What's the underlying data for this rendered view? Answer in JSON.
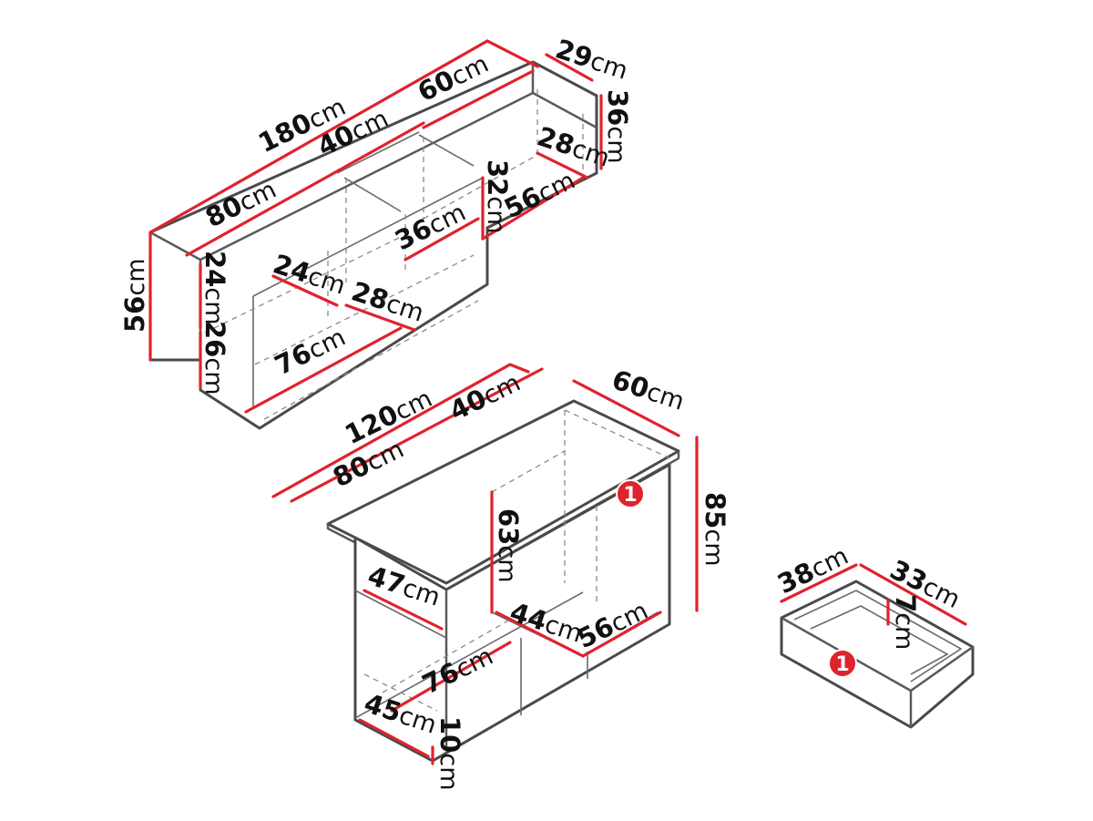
{
  "wall_cabinet": {
    "labels": [
      {
        "id": "total_width",
        "num": "180",
        "unit": "cm"
      },
      {
        "id": "upper_width",
        "num": "60",
        "unit": "cm"
      },
      {
        "id": "middle_width",
        "num": "40",
        "unit": "cm"
      },
      {
        "id": "lower_width",
        "num": "80",
        "unit": "cm"
      },
      {
        "id": "depth",
        "num": "29",
        "unit": "cm"
      },
      {
        "id": "upper_height",
        "num": "36",
        "unit": "cm"
      },
      {
        "id": "upper_inner_depth",
        "num": "28",
        "unit": "cm"
      },
      {
        "id": "upper_inner_height",
        "num": "32",
        "unit": "cm"
      },
      {
        "id": "upper_inner_width",
        "num": "56",
        "unit": "cm"
      },
      {
        "id": "mid_inner_height",
        "num": "36",
        "unit": "cm"
      },
      {
        "id": "shelf_depth",
        "num": "24",
        "unit": "cm"
      },
      {
        "id": "shelf_inner_depth",
        "num": "28",
        "unit": "cm"
      },
      {
        "id": "lower_inner_width",
        "num": "76",
        "unit": "cm"
      },
      {
        "id": "total_height",
        "num": "56",
        "unit": "cm"
      },
      {
        "id": "top_comp_height",
        "num": "24",
        "unit": "cm"
      },
      {
        "id": "bottom_comp_height",
        "num": "26",
        "unit": "cm"
      }
    ]
  },
  "desk": {
    "labels": [
      {
        "id": "total_width",
        "num": "120",
        "unit": "cm"
      },
      {
        "id": "right_width",
        "num": "40",
        "unit": "cm"
      },
      {
        "id": "left_width",
        "num": "80",
        "unit": "cm"
      },
      {
        "id": "depth",
        "num": "60",
        "unit": "cm"
      },
      {
        "id": "height",
        "num": "85",
        "unit": "cm"
      },
      {
        "id": "knee_height",
        "num": "63",
        "unit": "cm"
      },
      {
        "id": "side_depth",
        "num": "47",
        "unit": "cm"
      },
      {
        "id": "inner_depth",
        "num": "44",
        "unit": "cm"
      },
      {
        "id": "inner_width_right",
        "num": "56",
        "unit": "cm"
      },
      {
        "id": "inner_width_left",
        "num": "76",
        "unit": "cm"
      },
      {
        "id": "base_depth",
        "num": "45",
        "unit": "cm"
      },
      {
        "id": "plinth_height",
        "num": "10",
        "unit": "cm"
      }
    ],
    "marker": "1"
  },
  "drawer": {
    "labels": [
      {
        "id": "width",
        "num": "38",
        "unit": "cm"
      },
      {
        "id": "depth",
        "num": "33",
        "unit": "cm"
      },
      {
        "id": "height",
        "num": "7",
        "unit": "cm"
      }
    ],
    "marker": "1"
  },
  "colors": {
    "dimension_line": "#e0222e",
    "outline": "#4a4a4a",
    "marker": "#e0222e"
  }
}
